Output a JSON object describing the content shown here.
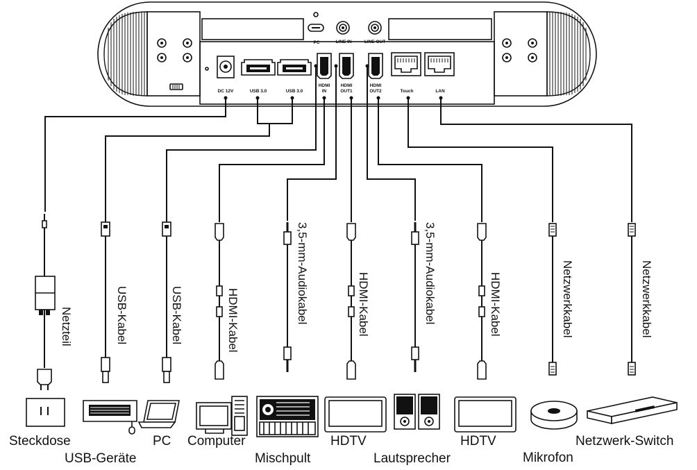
{
  "ports": {
    "dc": "DC 12V",
    "usb1": "USB 3.0",
    "usb2": "USB 3.0",
    "pc": "PC",
    "line_in": "LINE IN",
    "line_out": "LINE OUT",
    "hdmi_in_a": "HDMI",
    "hdmi_in_b": "IN",
    "hdmi_out1_a": "HDMI",
    "hdmi_out1_b": "OUT1",
    "hdmi_out2_a": "HDMI",
    "hdmi_out2_b": "OUT2",
    "touch": "Touch",
    "lan": "LAN"
  },
  "cables": {
    "netzteil": "Netzteil",
    "usb1": "USB-Kabel",
    "usb2": "USB-Kabel",
    "hdmi1": "HDMI-Kabel",
    "audio1": "3,5-mm-Audiokabel",
    "hdmi2": "HDMI-Kabel",
    "audio2": "3,5-mm-Audiokabel",
    "hdmi3": "HDMI-Kabel",
    "net1": "Netzwerkkabel",
    "net2": "Netzwerkkabel"
  },
  "devices": {
    "steckdose": "Steckdose",
    "usb_geraete": "USB-Geräte",
    "pc": "PC",
    "computer": "Computer",
    "mischpult": "Mischpult",
    "hdtv1": "HDTV",
    "lautsprecher": "Lautsprecher",
    "hdtv2": "HDTV",
    "mikrofon": "Mikrofon",
    "switch": "Netzwerk-Switch"
  },
  "icons": {
    "hub": "conference-hub-icon",
    "power_adapter": "power-adapter-icon",
    "usb_plug": "usb-plug-icon",
    "hdmi_plug": "hdmi-plug-icon",
    "audio_jack": "audio-jack-icon",
    "rj45_plug": "rj45-plug-icon"
  }
}
